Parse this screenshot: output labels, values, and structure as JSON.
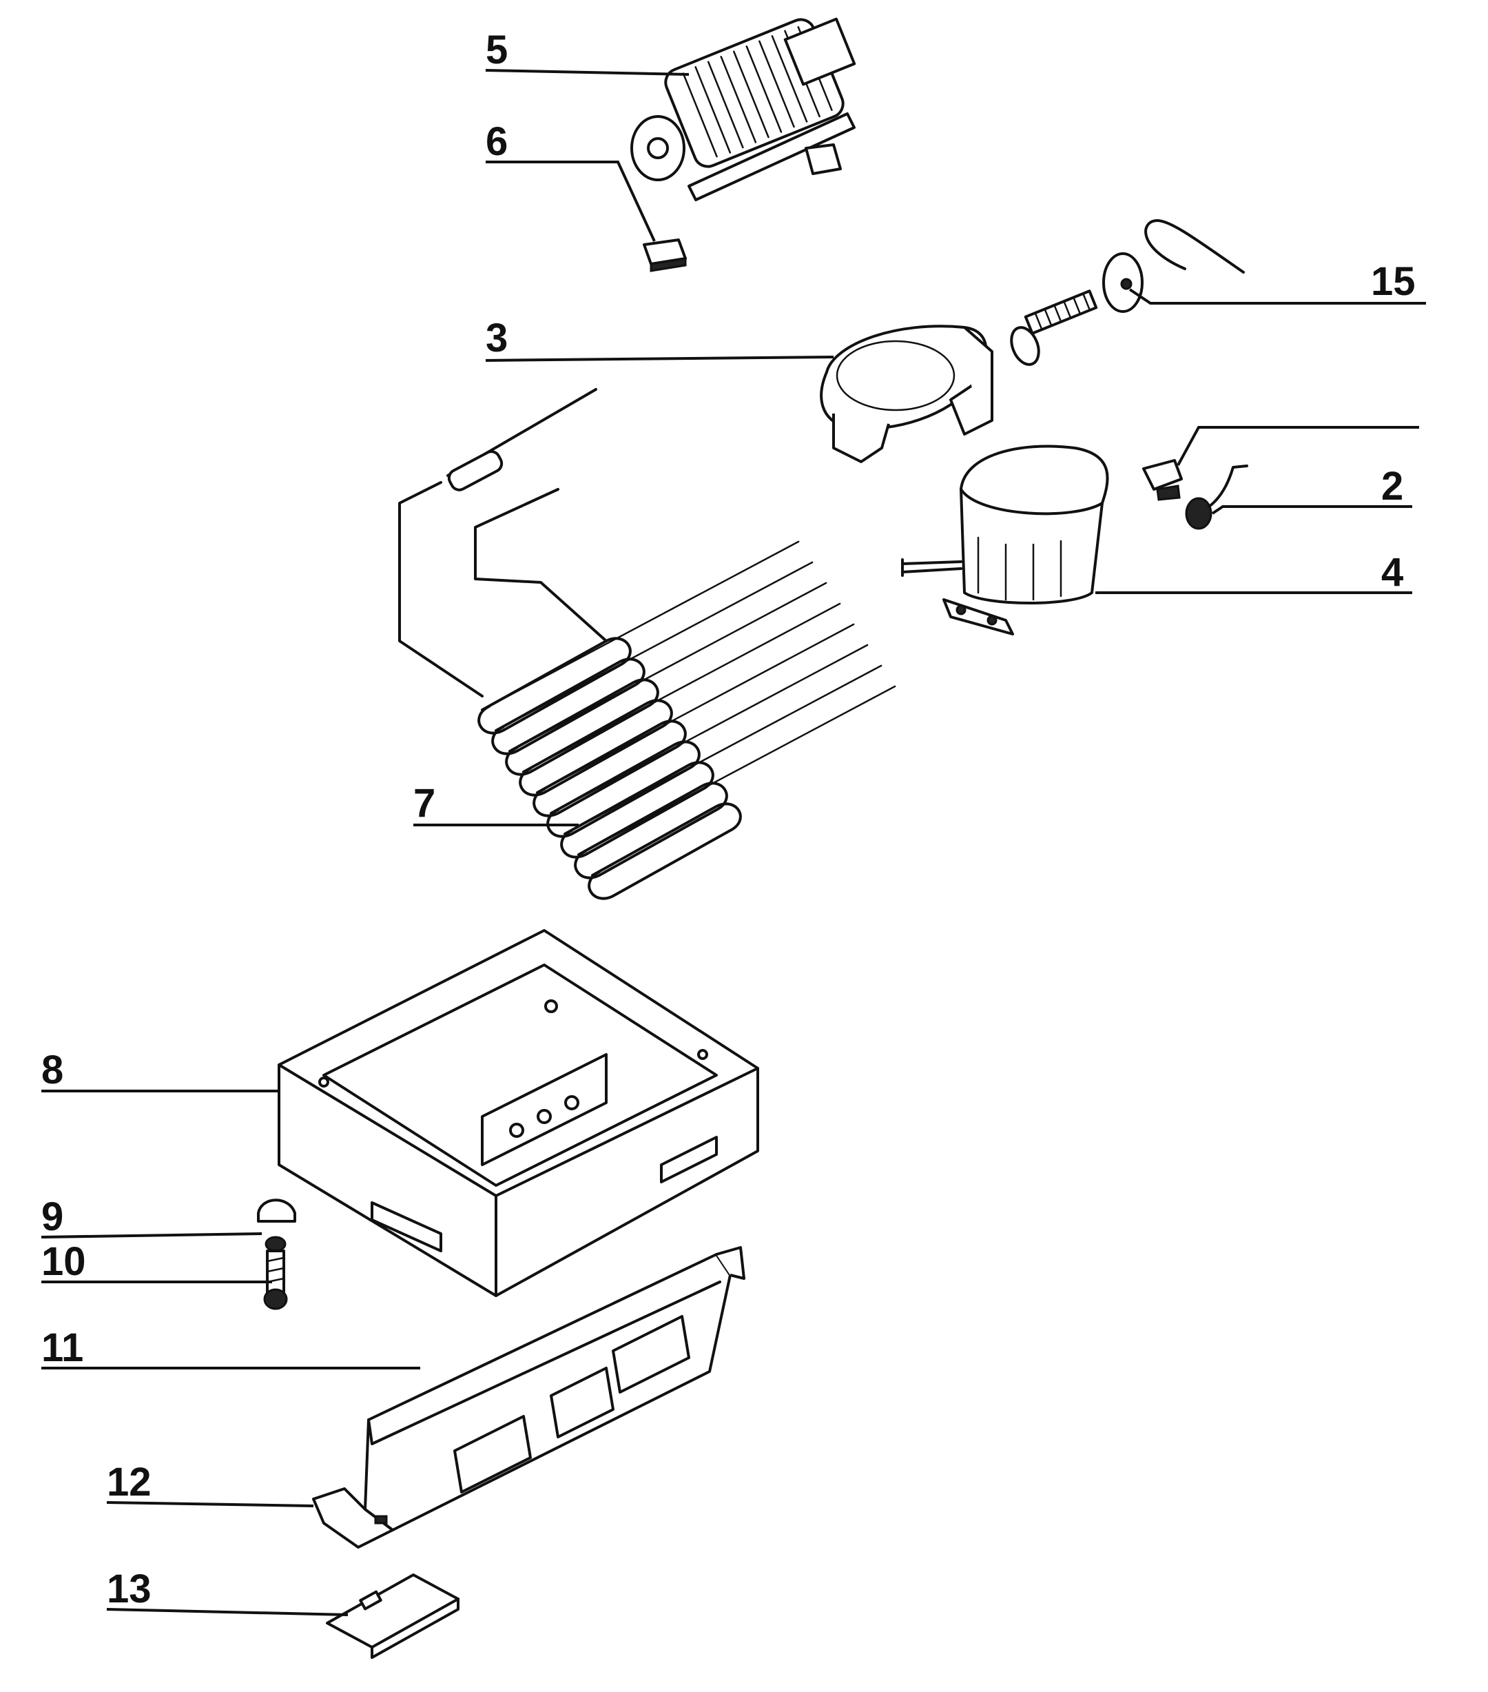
{
  "diagram": {
    "callouts": [
      {
        "id": "5",
        "text": "5"
      },
      {
        "id": "6",
        "text": "6"
      },
      {
        "id": "15",
        "text": "15"
      },
      {
        "id": "3",
        "text": "3"
      },
      {
        "id": "2",
        "text": "2"
      },
      {
        "id": "4",
        "text": "4"
      },
      {
        "id": "7",
        "text": "7"
      },
      {
        "id": "8",
        "text": "8"
      },
      {
        "id": "9",
        "text": "9"
      },
      {
        "id": "10",
        "text": "10"
      },
      {
        "id": "11",
        "text": "11"
      },
      {
        "id": "12",
        "text": "12"
      },
      {
        "id": "13",
        "text": "13"
      }
    ]
  },
  "colors": {
    "ink": "#111111",
    "paper": "#ffffff"
  }
}
